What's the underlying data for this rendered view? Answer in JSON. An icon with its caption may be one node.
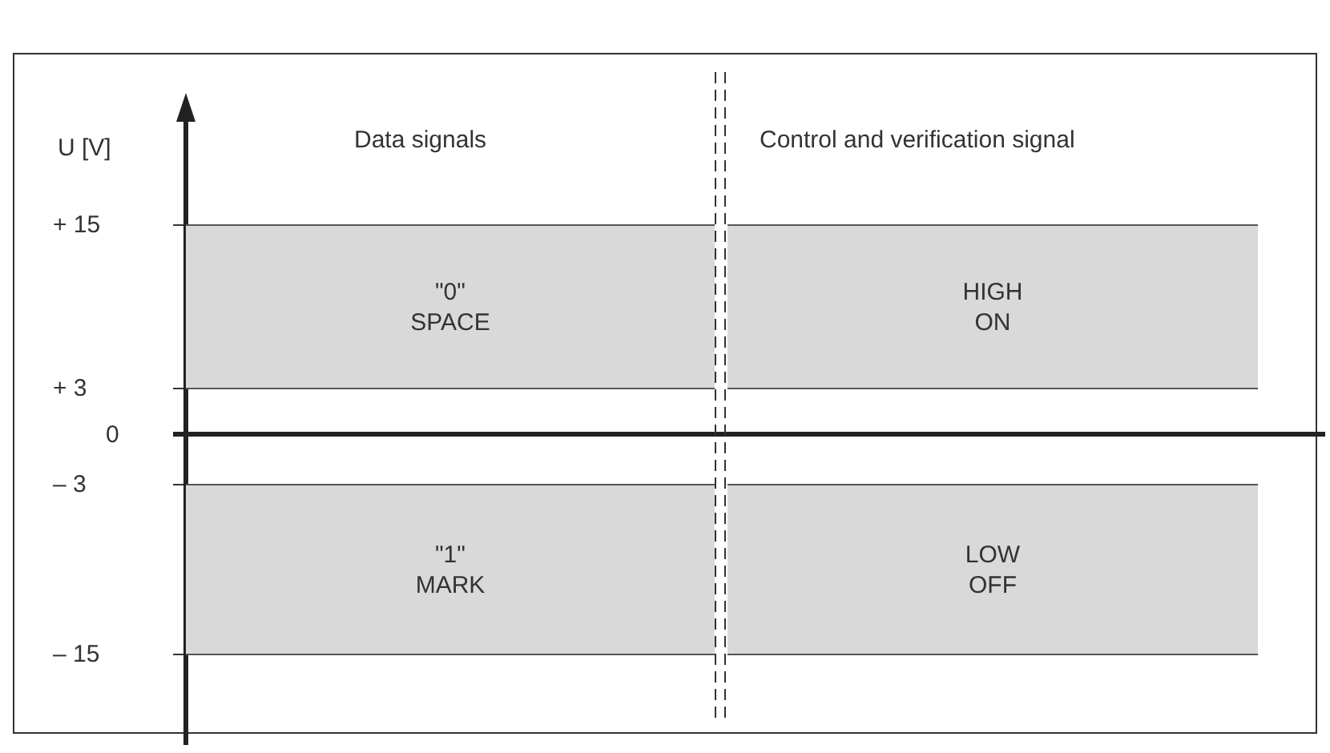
{
  "diagram": {
    "nodes": [
      {
        "text": [
          "\"0\" SPACE"
        ]
      },
      {
        "text": [
          "HIGH ON"
        ]
      },
      {
        "text": [
          "\"1\" MARK"
        ]
      },
      {
        "text": [
          "LOW OFF"
        ]
      }
    ],
    "labels": [
      "U [V]",
      "Data signals",
      "Control and verification signal",
      "+ 15",
      "+ 3",
      "0",
      "– 3",
      "– 15"
    ]
  }
}
